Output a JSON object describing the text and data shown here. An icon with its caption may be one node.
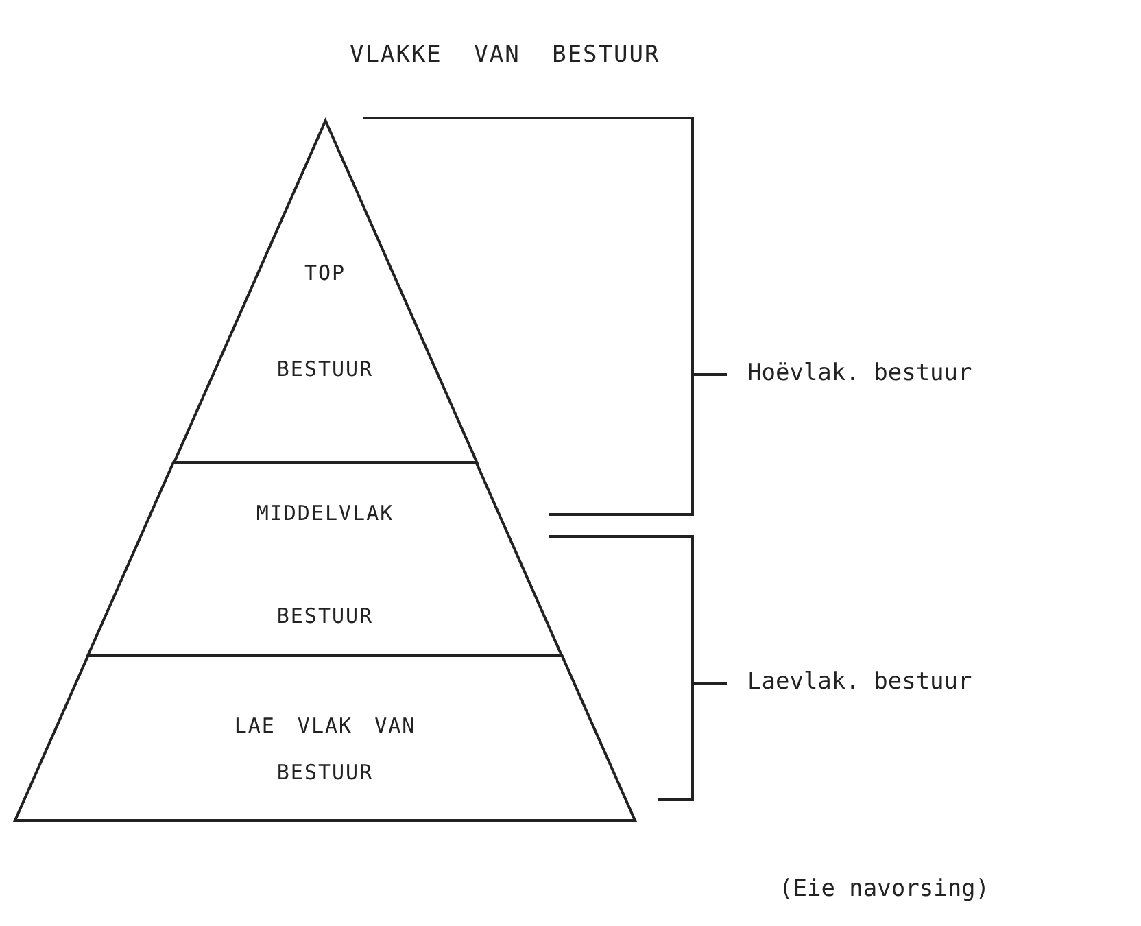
{
  "diagram": {
    "title": "VLAKKE VAN BESTUUR",
    "caption": "(Eie navorsing)",
    "nodes": [
      {
        "text": [
          "TOP",
          "BESTUUR"
        ]
      },
      {
        "text": [
          "MIDDELVLAK",
          "BESTUUR"
        ]
      },
      {
        "text": [
          "LAE VLAK VAN BESTUUR"
        ]
      }
    ],
    "labels": [
      "Hoëvlak. bestuur",
      "Laevlak. bestuur"
    ]
  }
}
